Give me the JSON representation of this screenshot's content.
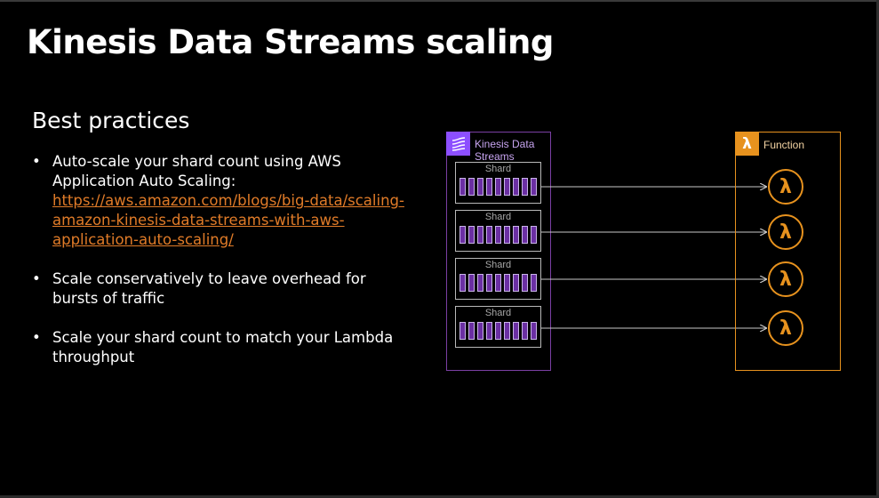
{
  "slide": {
    "title": "Kinesis Data Streams scaling",
    "subtitle": "Best practices",
    "bullets": [
      {
        "text": "Auto-scale your shard count using AWS Application Auto Scaling:",
        "link": "https://aws.amazon.com/blogs/big-data/scaling-amazon-kinesis-data-streams-with-aws-application-auto-scaling/"
      },
      {
        "text": "Scale conservatively to leave overhead for bursts of traffic"
      },
      {
        "text": "Scale your shard count to match your Lambda throughput"
      }
    ],
    "bullet_glyph": "•"
  },
  "diagram": {
    "kinesis_label": "Kinesis Data Streams",
    "shard_label": "Shard",
    "function_label": "Function",
    "lambda_glyph": "λ",
    "icons": [
      "kinesis-data-streams-icon",
      "lambda-icon"
    ],
    "colors": {
      "kinesis": "#8c4fff",
      "lambda": "#e7921e",
      "link": "#e07b28"
    }
  }
}
